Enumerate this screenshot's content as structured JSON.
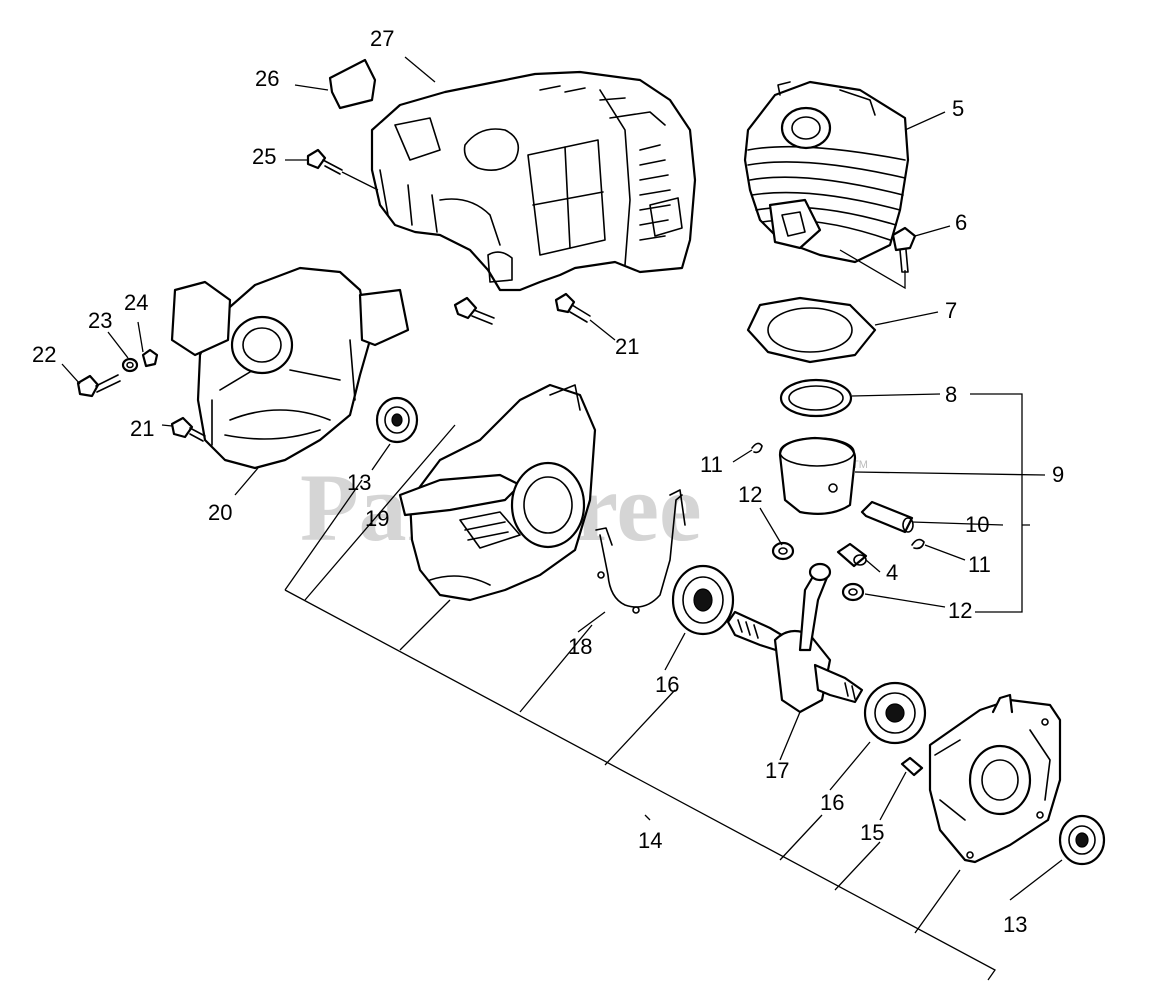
{
  "watermark": {
    "text": "PartsTree",
    "tm": "TM"
  },
  "callouts": [
    {
      "id": "c27",
      "label": "27"
    },
    {
      "id": "c26",
      "label": "26"
    },
    {
      "id": "c25",
      "label": "25"
    },
    {
      "id": "c5",
      "label": "5"
    },
    {
      "id": "c6",
      "label": "6"
    },
    {
      "id": "c7",
      "label": "7"
    },
    {
      "id": "c8",
      "label": "8"
    },
    {
      "id": "c9",
      "label": "9"
    },
    {
      "id": "c10",
      "label": "10"
    },
    {
      "id": "c11a",
      "label": "11"
    },
    {
      "id": "c11b",
      "label": "11"
    },
    {
      "id": "c12a",
      "label": "12"
    },
    {
      "id": "c12b",
      "label": "12"
    },
    {
      "id": "c4",
      "label": "4"
    },
    {
      "id": "c24",
      "label": "24"
    },
    {
      "id": "c23",
      "label": "23"
    },
    {
      "id": "c22",
      "label": "22"
    },
    {
      "id": "c21a",
      "label": "21"
    },
    {
      "id": "c21b",
      "label": "21"
    },
    {
      "id": "c20",
      "label": "20"
    },
    {
      "id": "c13a",
      "label": "13"
    },
    {
      "id": "c19",
      "label": "19"
    },
    {
      "id": "c18",
      "label": "18"
    },
    {
      "id": "c16a",
      "label": "16"
    },
    {
      "id": "c16b",
      "label": "16"
    },
    {
      "id": "c17",
      "label": "17"
    },
    {
      "id": "c14",
      "label": "14"
    },
    {
      "id": "c15",
      "label": "15"
    },
    {
      "id": "c13b",
      "label": "13"
    }
  ]
}
